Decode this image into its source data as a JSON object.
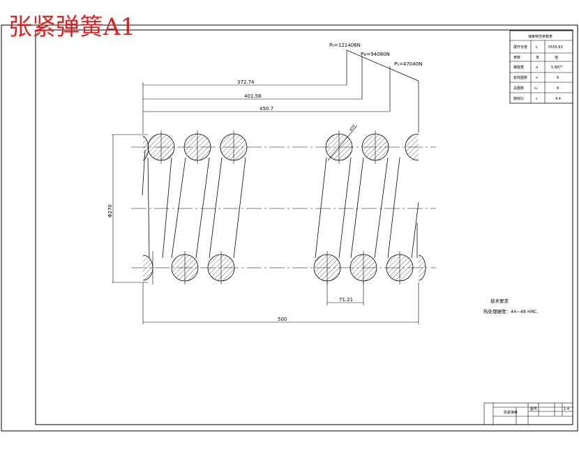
{
  "title": "张紧弹簧A1",
  "forces": {
    "p0": "P₀=121406N",
    "pv": "Pv=94080N",
    "p1": "P₁=47040N"
  },
  "dimensions": {
    "d1": "372.74",
    "d2": "401.58",
    "d3": "450.7",
    "height": "Φ270",
    "wire": "φ50",
    "pitch": "71.21",
    "length": "500"
  },
  "table": {
    "header": "弹簧特性参数表",
    "rows": [
      {
        "name": "展开长度",
        "sym": "L",
        "val": "5555.63"
      },
      {
        "name": "参数",
        "sym": "单",
        "val": "值"
      },
      {
        "name": "螺旋角",
        "sym": "α",
        "val": "5.887°"
      },
      {
        "name": "有效圈数",
        "sym": "n",
        "val": "6"
      },
      {
        "name": "总圈数",
        "sym": "n₁",
        "val": "8"
      },
      {
        "name": "旋绕比",
        "sym": "c",
        "val": "4.4"
      }
    ]
  },
  "notes": {
    "heading": "技术要求",
    "line1": "热处理硬度：44~48 HRC."
  },
  "titleblock": {
    "name": "张紧弹簧",
    "scale": "1:4",
    "sheet": "图号"
  }
}
